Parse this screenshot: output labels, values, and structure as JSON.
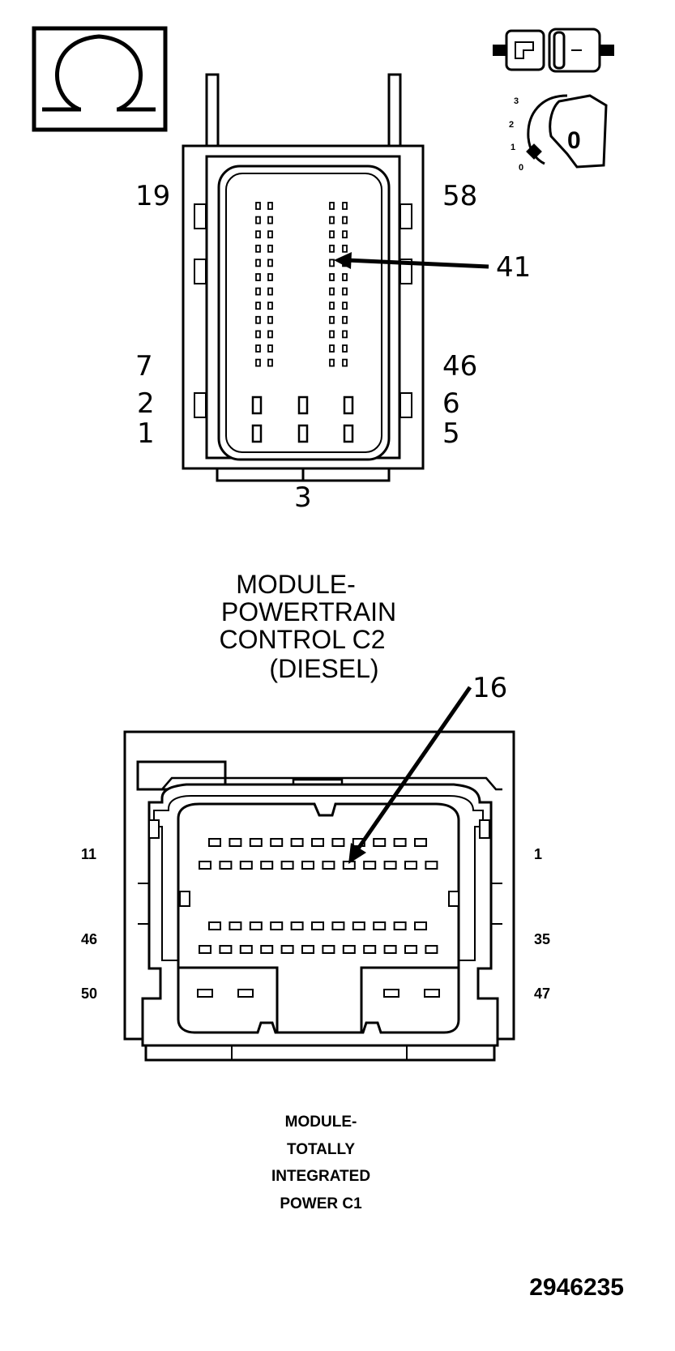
{
  "icons": {
    "ohm_symbol": "ohm-icon",
    "connector_symbol": "connector-disconnected-icon",
    "ignition_symbol": "ignition-key-off-icon"
  },
  "ignition": {
    "positions": [
      "3",
      "2",
      "1",
      "0"
    ],
    "key_label": "0"
  },
  "connector_c2": {
    "title_lines": [
      "MODULE-",
      "POWERTRAIN",
      "CONTROL C2",
      "(DIESEL)"
    ],
    "pin_labels": {
      "top_left": "19",
      "top_right": "58",
      "callout": "41",
      "mid_left": "7",
      "mid_right": "46",
      "left_2": "2",
      "right_6": "6",
      "left_1": "1",
      "right_5": "5",
      "bottom": "3"
    }
  },
  "connector_c1": {
    "title_lines": [
      "MODULE-",
      "TOTALLY",
      "INTEGRATED",
      "POWER C1"
    ],
    "pin_labels": {
      "callout": "16",
      "row1_left": "11",
      "row1_right": "1",
      "row3_left": "46",
      "row3_right": "35",
      "row5_left": "50",
      "row5_right": "47"
    }
  },
  "figure_number": "2946235"
}
